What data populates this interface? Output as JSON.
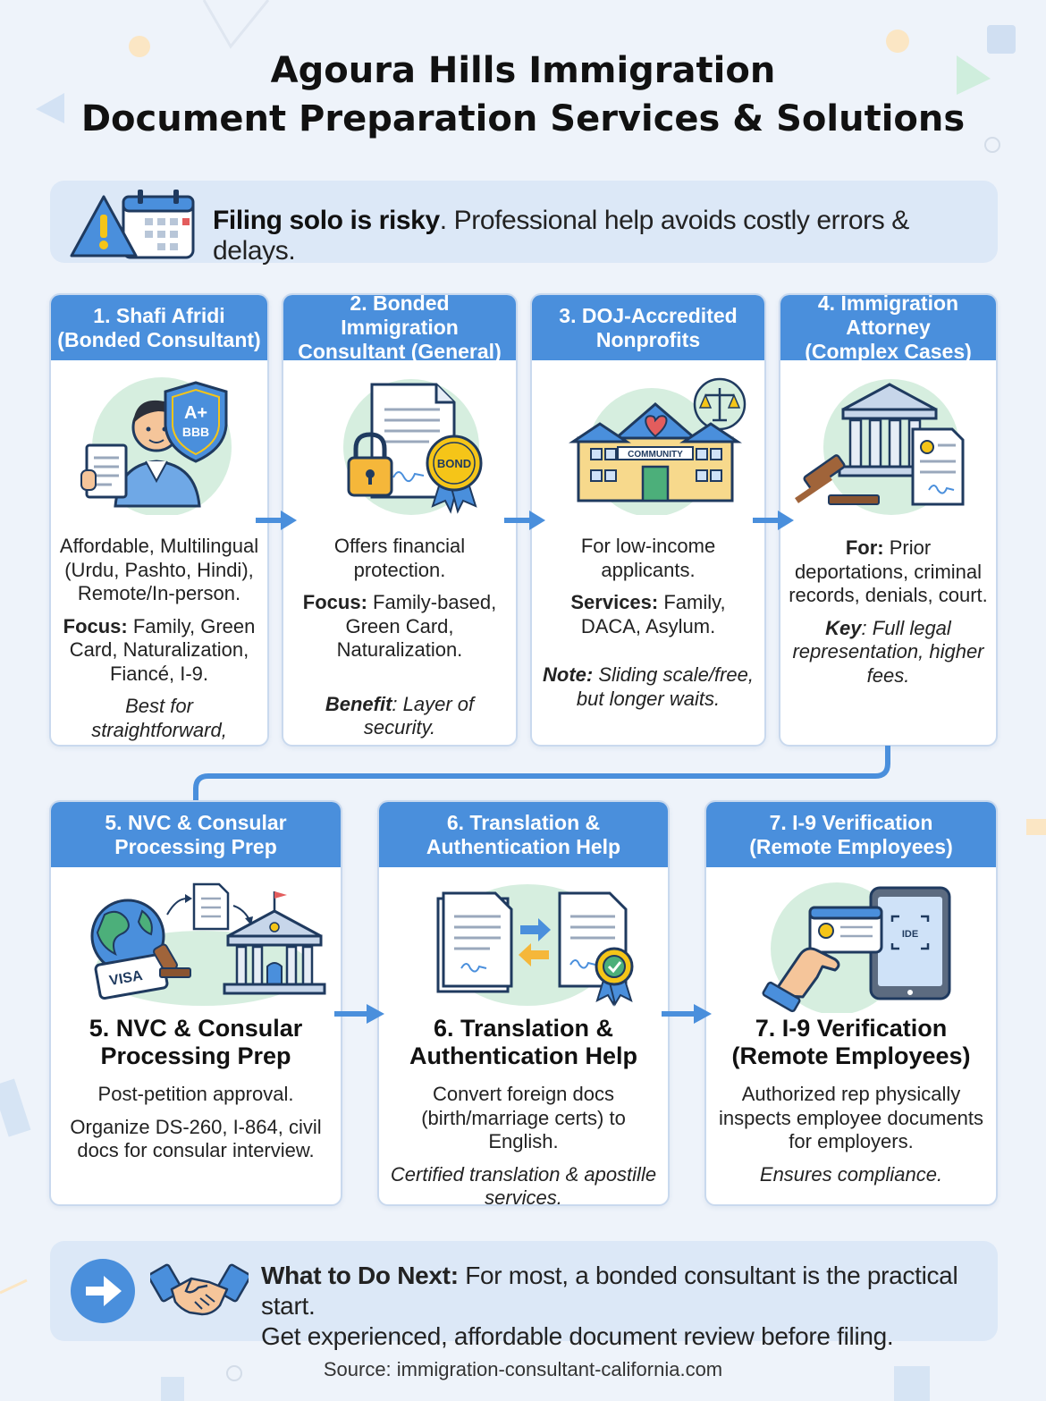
{
  "title": {
    "line1": "Agoura Hills Immigration",
    "line2": "Document Preparation Services & Solutions"
  },
  "warning": {
    "bold": "Filing solo is risky",
    "rest": ". Professional help avoids costly errors & delays."
  },
  "cards": [
    {
      "head1": "1. Shafi Afridi",
      "head2": "(Bonded Consultant)",
      "badge_top": "A+",
      "badge_bottom": "BBB",
      "p1": "Affordable, Multilingual (Urdu, Pashto, Hindi), Remote/In-person.",
      "p2_label": "Focus:",
      "p2_text": " Family, Green Card, Naturalization, Fiancé, I-9.",
      "p3": "Best for straightforward, affordable help."
    },
    {
      "head1": "2. Bonded Immigration",
      "head2": "Consultant (General)",
      "seal": "BOND",
      "p1": "Offers financial protection.",
      "p2_label": "Focus:",
      "p2_text": " Family-based, Green Card, Naturalization.",
      "p3_label": "Benefit",
      "p3_text": ": Layer of security."
    },
    {
      "head1": "3. DOJ-Accredited",
      "head2": "Nonprofits",
      "building_sign": "COMMUNITY",
      "p1": "For low-income applicants.",
      "p2_label": "Services:",
      "p2_text": " Family, DACA, Asylum.",
      "p3_label": "Note:",
      "p3_text": " Sliding scale/free, but longer waits."
    },
    {
      "head1": "4. Immigration Attorney",
      "head2": "(Complex Cases)",
      "p1_label": "For:",
      "p1_text": " Prior deportations, criminal records, denials, court.",
      "p2_label": "Key",
      "p2_text": ": Full legal representation, higher fees."
    },
    {
      "head1": "5. NVC & Consular",
      "head2": "Processing Prep",
      "stamp": "VISA",
      "t1": "5. NVC & Consular",
      "t2": "Processing Prep",
      "p1": "Post-petition approval.",
      "p2": "Organize DS-260, I-864, civil docs for consular interview."
    },
    {
      "head1": "6. Translation &",
      "head2": "Authentication Help",
      "t1": "6. Translation &",
      "t2": "Authentication Help",
      "p1": "Convert foreign docs (birth/marriage certs) to English.",
      "p2": "Certified translation & apostille services."
    },
    {
      "head1": "7. I-9 Verification",
      "head2": "(Remote Employees)",
      "tablet_text": "IDE",
      "t1": "7. I-9 Verification",
      "t2": "(Remote Employees)",
      "p1": "Authorized rep physically inspects employee documents for employers.",
      "p2": "Ensures compliance."
    }
  ],
  "next": {
    "bold": "What to Do Next:",
    "line1": " For most, a bonded consultant is the practical start.",
    "line2": "Get experienced, affordable document review before filing."
  },
  "source": "Source: immigration-consultant-california.com",
  "colors": {
    "header_blue": "#4a8fdc",
    "panel_blue": "#dce8f7",
    "circle_green": "#d6eedf",
    "warning_yellow": "#f5c518"
  }
}
